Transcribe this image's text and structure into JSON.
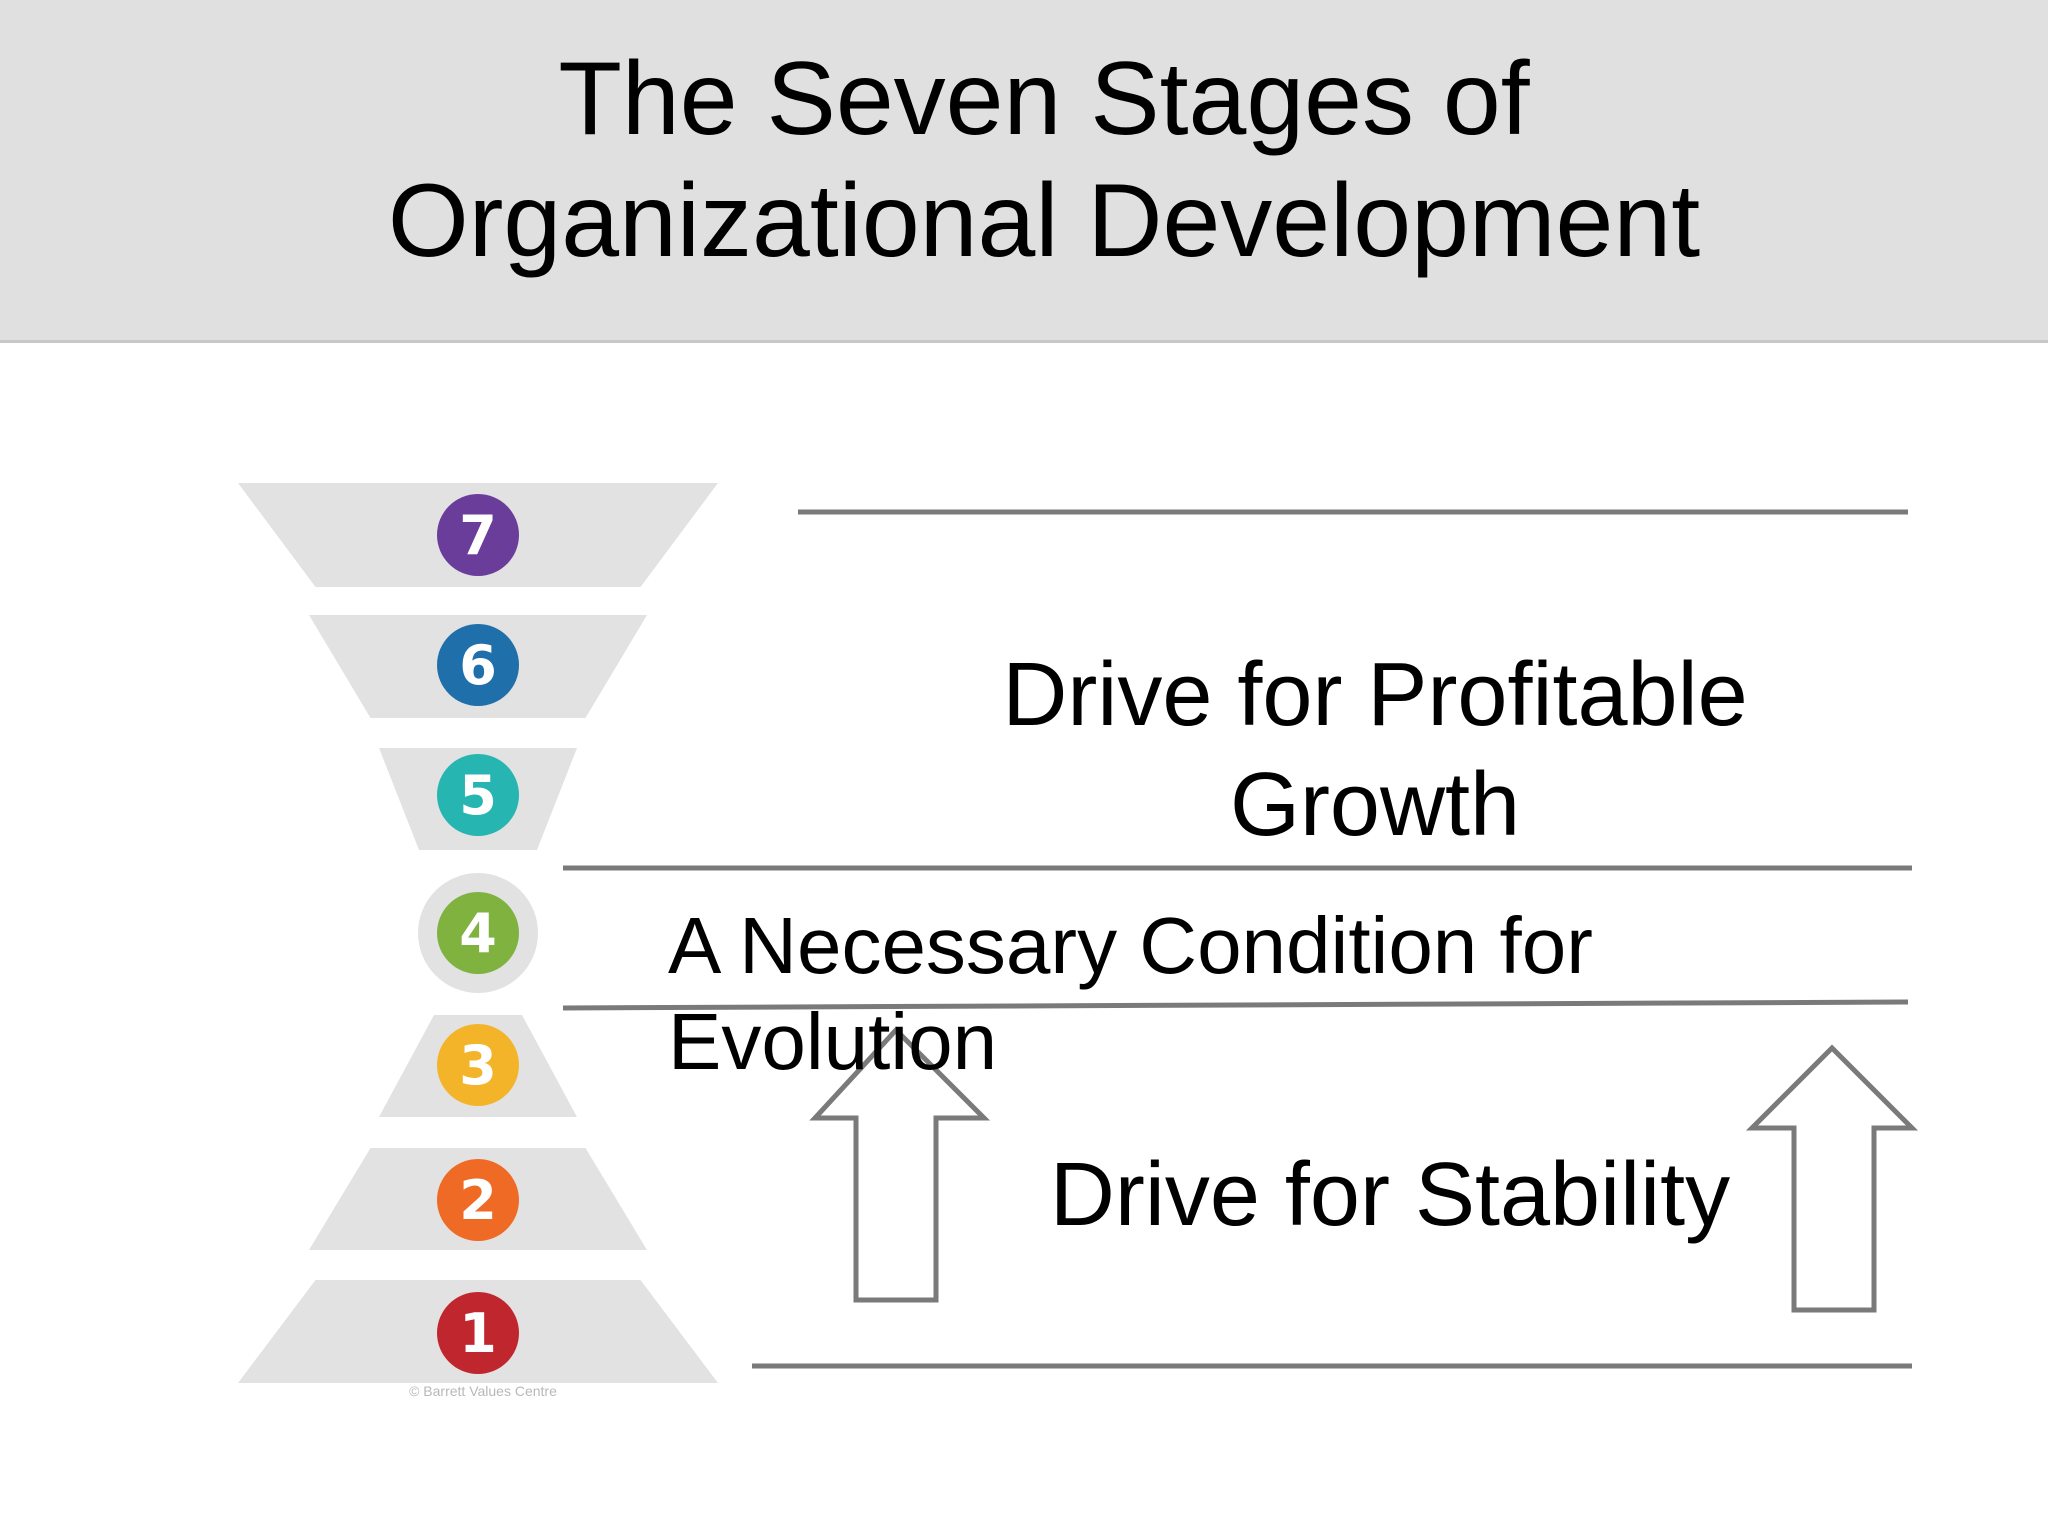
{
  "slide": {
    "title_line1": "The Seven Stages of",
    "title_line2": "Organizational Development"
  },
  "pyramid": {
    "stages": [
      {
        "number": "7",
        "color": "#6a3d9a"
      },
      {
        "number": "6",
        "color": "#1f6faa"
      },
      {
        "number": "5",
        "color": "#26b5b0"
      },
      {
        "number": "4",
        "color": "#7fb23f"
      },
      {
        "number": "3",
        "color": "#f4b42a"
      },
      {
        "number": "2",
        "color": "#ef6a25"
      },
      {
        "number": "1",
        "color": "#c0262d"
      }
    ],
    "copyright": "© Barrett Values Centre",
    "tier_color": "#e2e2e2"
  },
  "labels": {
    "profitable": "Drive for Profitable Growth",
    "necessary": "A Necessary Condition for Evolution",
    "stability": "Drive for Stability"
  }
}
